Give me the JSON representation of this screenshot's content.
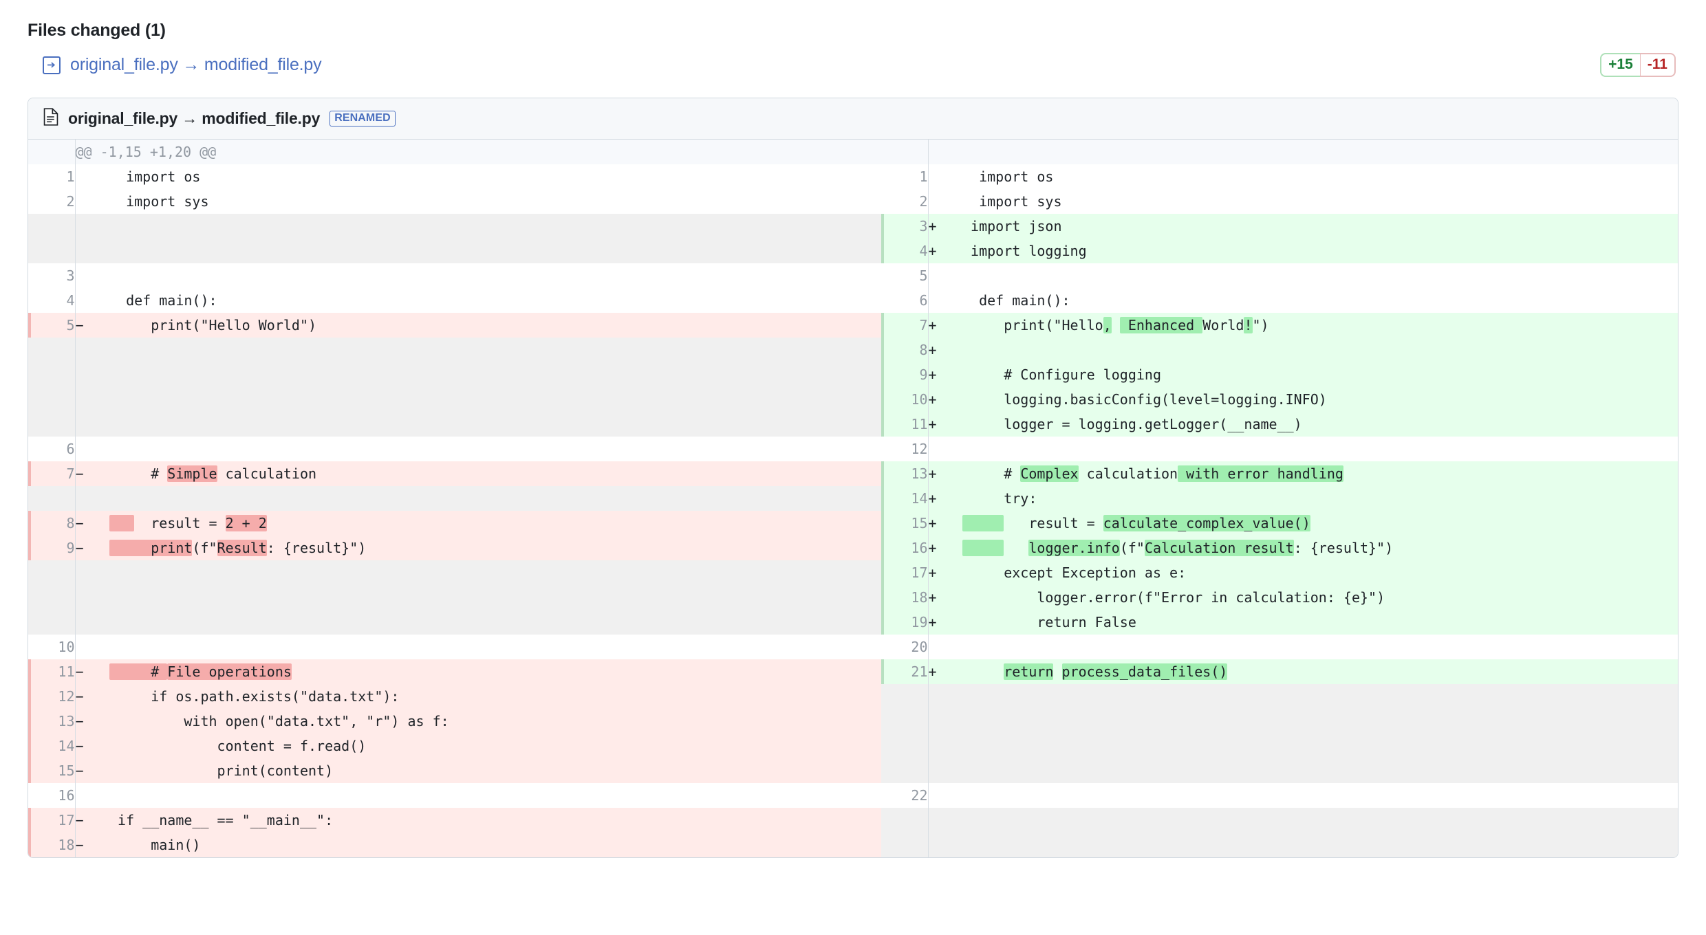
{
  "header": {
    "files_changed_title": "Files changed (1)",
    "summary_link": "original_file.py → modified_file.py",
    "rename_icon": "arrow-right-box-icon",
    "additions_badge": "+15",
    "deletions_badge": "-11",
    "accent_color": "#4a6fbf",
    "add_color": "#1a7f37",
    "del_color": "#b62324"
  },
  "file": {
    "icon": "file-document-icon",
    "title": "original_file.py → modified_file.py",
    "status_tag": "RENAMED"
  },
  "diff": {
    "hunk_header": "@@ -1,15 +1,20 @@",
    "rows": [
      {
        "kind": "context",
        "left": {
          "num": "1",
          "mark": " ",
          "parts": [
            {
              "t": "  import os"
            }
          ]
        },
        "right": {
          "num": "1",
          "mark": " ",
          "parts": [
            {
              "t": "  import os"
            }
          ]
        }
      },
      {
        "kind": "context",
        "left": {
          "num": "2",
          "mark": " ",
          "parts": [
            {
              "t": "  import sys"
            }
          ]
        },
        "right": {
          "num": "2",
          "mark": " ",
          "parts": [
            {
              "t": "  import sys"
            }
          ]
        }
      },
      {
        "kind": "add",
        "left": {
          "num": "",
          "mark": "",
          "parts": []
        },
        "right": {
          "num": "3",
          "mark": "+",
          "parts": [
            {
              "t": " import json"
            }
          ]
        }
      },
      {
        "kind": "add",
        "left": {
          "num": "",
          "mark": "",
          "parts": []
        },
        "right": {
          "num": "4",
          "mark": "+",
          "parts": [
            {
              "t": " import logging"
            }
          ]
        }
      },
      {
        "kind": "context",
        "left": {
          "num": "3",
          "mark": " ",
          "parts": [
            {
              "t": ""
            }
          ]
        },
        "right": {
          "num": "5",
          "mark": " ",
          "parts": [
            {
              "t": ""
            }
          ]
        }
      },
      {
        "kind": "context",
        "left": {
          "num": "4",
          "mark": " ",
          "parts": [
            {
              "t": "  def main():"
            }
          ]
        },
        "right": {
          "num": "6",
          "mark": " ",
          "parts": [
            {
              "t": "  def main():"
            }
          ]
        }
      },
      {
        "kind": "change",
        "left": {
          "num": "5",
          "mark": "−",
          "parts": [
            {
              "t": "     print(\"Hello World\")"
            }
          ]
        },
        "right": {
          "num": "7",
          "mark": "+",
          "parts": [
            {
              "t": "     print(\"Hello"
            },
            {
              "t": ",",
              "hl": true
            },
            {
              "t": " "
            },
            {
              "t": " Enhanced ",
              "hl": true
            },
            {
              "t": "World"
            },
            {
              "t": "!",
              "hl": true
            },
            {
              "t": "\")"
            }
          ]
        }
      },
      {
        "kind": "add",
        "left": {
          "num": "",
          "mark": "",
          "parts": []
        },
        "right": {
          "num": "8",
          "mark": "+",
          "parts": [
            {
              "t": ""
            }
          ]
        }
      },
      {
        "kind": "add",
        "left": {
          "num": "",
          "mark": "",
          "parts": []
        },
        "right": {
          "num": "9",
          "mark": "+",
          "parts": [
            {
              "t": "     # Configure logging"
            }
          ]
        }
      },
      {
        "kind": "add",
        "left": {
          "num": "",
          "mark": "",
          "parts": []
        },
        "right": {
          "num": "10",
          "mark": "+",
          "parts": [
            {
              "t": "     logging.basicConfig(level=logging.INFO)"
            }
          ]
        }
      },
      {
        "kind": "add",
        "left": {
          "num": "",
          "mark": "",
          "parts": []
        },
        "right": {
          "num": "11",
          "mark": "+",
          "parts": [
            {
              "t": "     logger = logging.getLogger(__name__)"
            }
          ]
        }
      },
      {
        "kind": "context",
        "left": {
          "num": "6",
          "mark": " ",
          "parts": [
            {
              "t": ""
            }
          ]
        },
        "right": {
          "num": "12",
          "mark": " ",
          "parts": [
            {
              "t": ""
            }
          ]
        }
      },
      {
        "kind": "change",
        "left": {
          "num": "7",
          "mark": "−",
          "parts": [
            {
              "t": "     # "
            },
            {
              "t": "Simple",
              "hl": true
            },
            {
              "t": " calculation"
            }
          ]
        },
        "right": {
          "num": "13",
          "mark": "+",
          "parts": [
            {
              "t": "     # "
            },
            {
              "t": "Complex",
              "hl": true
            },
            {
              "t": " calculation"
            },
            {
              "t": " with error handling",
              "hl": true
            }
          ]
        }
      },
      {
        "kind": "add",
        "left": {
          "num": "",
          "mark": "",
          "parts": []
        },
        "right": {
          "num": "14",
          "mark": "+",
          "parts": [
            {
              "t": "     try:"
            }
          ]
        }
      },
      {
        "kind": "change",
        "left": {
          "num": "8",
          "mark": "−",
          "parts": [
            {
              "t": "   ",
              "hl": true
            },
            {
              "t": "  result = "
            },
            {
              "t": "2 + 2",
              "hl": true
            }
          ]
        },
        "right": {
          "num": "15",
          "mark": "+",
          "parts": [
            {
              "t": "     ",
              "hl": true
            },
            {
              "t": "   result = "
            },
            {
              "t": "calculate_complex_value()",
              "hl": true
            }
          ]
        }
      },
      {
        "kind": "change",
        "left": {
          "num": "9",
          "mark": "−",
          "parts": [
            {
              "t": "     print",
              "hl": true
            },
            {
              "t": "(f\""
            },
            {
              "t": "Result",
              "hl": true
            },
            {
              "t": ": {result}\")"
            }
          ]
        },
        "right": {
          "num": "16",
          "mark": "+",
          "parts": [
            {
              "t": "     ",
              "hl": true
            },
            {
              "t": "   "
            },
            {
              "t": "logger.info",
              "hl": true
            },
            {
              "t": "(f\""
            },
            {
              "t": "Calculation result",
              "hl": true
            },
            {
              "t": ": {result}\")"
            }
          ]
        }
      },
      {
        "kind": "add",
        "left": {
          "num": "",
          "mark": "",
          "parts": []
        },
        "right": {
          "num": "17",
          "mark": "+",
          "parts": [
            {
              "t": "     except Exception as e:"
            }
          ]
        }
      },
      {
        "kind": "add",
        "left": {
          "num": "",
          "mark": "",
          "parts": []
        },
        "right": {
          "num": "18",
          "mark": "+",
          "parts": [
            {
              "t": "         logger.error(f\"Error in calculation: {e}\")"
            }
          ]
        }
      },
      {
        "kind": "add",
        "left": {
          "num": "",
          "mark": "",
          "parts": []
        },
        "right": {
          "num": "19",
          "mark": "+",
          "parts": [
            {
              "t": "         return False"
            }
          ]
        }
      },
      {
        "kind": "context",
        "left": {
          "num": "10",
          "mark": " ",
          "parts": [
            {
              "t": ""
            }
          ]
        },
        "right": {
          "num": "20",
          "mark": " ",
          "parts": [
            {
              "t": ""
            }
          ]
        }
      },
      {
        "kind": "change",
        "left": {
          "num": "11",
          "mark": "−",
          "parts": [
            {
              "t": "     # ",
              "hl": true
            },
            {
              "t": "File operations",
              "hl": true
            }
          ]
        },
        "right": {
          "num": "21",
          "mark": "+",
          "parts": [
            {
              "t": "     "
            },
            {
              "t": "return",
              "hl": true
            },
            {
              "t": " "
            },
            {
              "t": "process_data_files()",
              "hl": true
            }
          ]
        }
      },
      {
        "kind": "del",
        "left": {
          "num": "12",
          "mark": "−",
          "parts": [
            {
              "t": "     if os.path.exists(\"data.txt\"):"
            }
          ]
        },
        "right": {
          "num": "",
          "mark": "",
          "parts": []
        }
      },
      {
        "kind": "del",
        "left": {
          "num": "13",
          "mark": "−",
          "parts": [
            {
              "t": "         with open(\"data.txt\", \"r\") as f:"
            }
          ]
        },
        "right": {
          "num": "",
          "mark": "",
          "parts": []
        }
      },
      {
        "kind": "del",
        "left": {
          "num": "14",
          "mark": "−",
          "parts": [
            {
              "t": "             content = f.read()"
            }
          ]
        },
        "right": {
          "num": "",
          "mark": "",
          "parts": []
        }
      },
      {
        "kind": "del",
        "left": {
          "num": "15",
          "mark": "−",
          "parts": [
            {
              "t": "             print(content)"
            }
          ]
        },
        "right": {
          "num": "",
          "mark": "",
          "parts": []
        }
      },
      {
        "kind": "context",
        "left": {
          "num": "16",
          "mark": " ",
          "parts": [
            {
              "t": ""
            }
          ]
        },
        "right": {
          "num": "22",
          "mark": " ",
          "parts": [
            {
              "t": ""
            }
          ]
        }
      },
      {
        "kind": "del",
        "left": {
          "num": "17",
          "mark": "−",
          "parts": [
            {
              "t": " if __name__ == \"__main__\":"
            }
          ]
        },
        "right": {
          "num": "",
          "mark": "",
          "parts": []
        }
      },
      {
        "kind": "del",
        "left": {
          "num": "18",
          "mark": "−",
          "parts": [
            {
              "t": "     main()"
            }
          ]
        },
        "right": {
          "num": "",
          "mark": "",
          "parts": []
        }
      }
    ]
  }
}
